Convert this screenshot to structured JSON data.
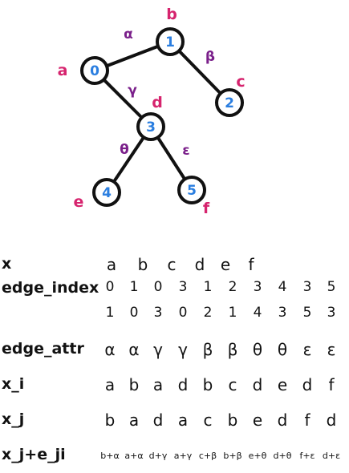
{
  "graph": {
    "nodes": [
      {
        "id": "0",
        "label": "a"
      },
      {
        "id": "1",
        "label": "b"
      },
      {
        "id": "2",
        "label": "c"
      },
      {
        "id": "3",
        "label": "d"
      },
      {
        "id": "4",
        "label": "e"
      },
      {
        "id": "5",
        "label": "f"
      }
    ],
    "edges": [
      {
        "source": "0",
        "target": "1",
        "label": "α"
      },
      {
        "source": "1",
        "target": "2",
        "label": "β"
      },
      {
        "source": "0",
        "target": "3",
        "label": "γ"
      },
      {
        "source": "3",
        "target": "4",
        "label": "θ"
      },
      {
        "source": "3",
        "target": "5",
        "label": "ε"
      }
    ],
    "colors": {
      "node_id_text": "#2a7ee0",
      "node_label": "#d6246e",
      "edge_label": "#7a1f8a",
      "stroke": "#111111"
    }
  },
  "table": {
    "rows": [
      {
        "label": "x",
        "size": "big",
        "values": [
          "a",
          "b",
          "c",
          "d",
          "e",
          "f"
        ]
      },
      {
        "label": "edge_index",
        "size": "mid",
        "values": [
          "0",
          "1",
          "0",
          "3",
          "1",
          "2",
          "3",
          "4",
          "3",
          "5"
        ]
      },
      {
        "label": "",
        "size": "mid",
        "values": [
          "1",
          "0",
          "3",
          "0",
          "2",
          "1",
          "4",
          "3",
          "5",
          "3"
        ]
      },
      {
        "label": "edge_attr",
        "size": "big",
        "values": [
          "α",
          "α",
          "γ",
          "γ",
          "β",
          "β",
          "θ",
          "θ",
          "ε",
          "ε"
        ]
      },
      {
        "label": "x_i",
        "size": "big",
        "values": [
          "a",
          "b",
          "a",
          "d",
          "b",
          "c",
          "d",
          "e",
          "d",
          "f"
        ]
      },
      {
        "label": "x_j",
        "size": "big",
        "values": [
          "b",
          "a",
          "d",
          "a",
          "c",
          "b",
          "e",
          "d",
          "f",
          "d"
        ]
      },
      {
        "label": "x_j+e_ji",
        "size": "tiny",
        "values": [
          "b+α",
          "a+α",
          "d+γ",
          "a+γ",
          "c+β",
          "b+β",
          "e+θ",
          "d+θ",
          "f+ε",
          "d+ε"
        ]
      }
    ]
  }
}
